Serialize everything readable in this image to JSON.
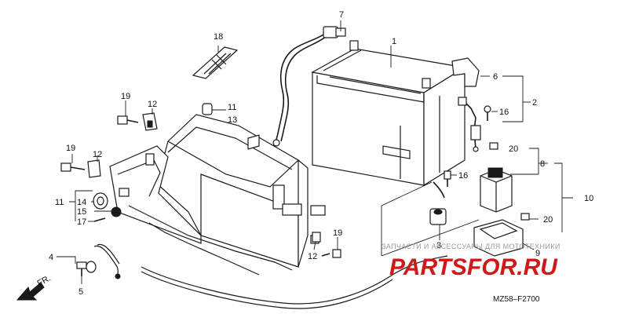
{
  "diagram": {
    "code": "MZ58–F2700",
    "front_label": "FR.",
    "watermark": {
      "caption": "ЗАПЧАСТИ И АКСЕССУАРЫ ДЛЯ МОТОТЕХНИКИ",
      "brand": "PARTSFOR.RU"
    },
    "callouts": {
      "p1": "1",
      "p2": "2",
      "p3": "3",
      "p4": "4",
      "p5": "5",
      "p6": "6",
      "p7": "7",
      "p8": "8",
      "p9": "9",
      "p10": "10",
      "p11a": "11",
      "p11b": "11",
      "p12a": "12",
      "p12b": "12",
      "p12c": "12",
      "p13": "13",
      "p14": "14",
      "p15": "15",
      "p16a": "16",
      "p16b": "16",
      "p17": "17",
      "p18": "18",
      "p19a": "19",
      "p19b": "19",
      "p19c": "19",
      "p20a": "20",
      "p20b": "20"
    },
    "colors": {
      "line": "#1a1a1a",
      "watermark": "#d01818",
      "background": "#ffffff"
    }
  }
}
